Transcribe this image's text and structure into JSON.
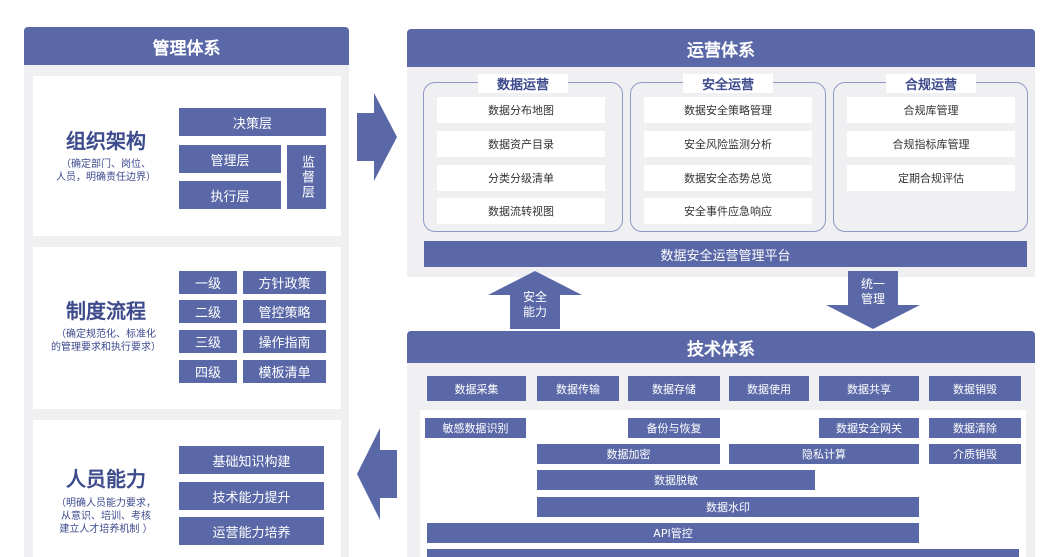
{
  "left": {
    "header": "管理体系",
    "org": {
      "title": "组织架构",
      "subtitle_lines": [
        "（确定部门、岗位、",
        "人员，明确责任边界）"
      ],
      "decision": "决策层",
      "management": "管理层",
      "execution": "执行层",
      "supervision": "监督层"
    },
    "process": {
      "title": "制度流程",
      "subtitle_lines": [
        "（确定规范化、标准化",
        "的管理要求和执行要求）"
      ],
      "levels": [
        "一级",
        "二级",
        "三级",
        "四级"
      ],
      "policies": [
        "方针政策",
        "管控策略",
        "操作指南",
        "模板清单"
      ]
    },
    "people": {
      "title": "人员能力",
      "subtitle_lines": [
        "（明确人员能力要求，",
        "从意识、培训、考核",
        "建立人才培养机制 ）"
      ],
      "items": [
        "基础知识构建",
        "技术能力提升",
        "运营能力培养"
      ]
    }
  },
  "ops": {
    "header": "运营体系",
    "groups": [
      {
        "title": "数据运营",
        "items": [
          "数据分布地图",
          "数据资产目录",
          "分类分级清单",
          "数据流转视图"
        ]
      },
      {
        "title": "安全运营",
        "items": [
          "数据安全策略管理",
          "安全风险监测分析",
          "数据安全态势总览",
          "安全事件应急响应"
        ]
      },
      {
        "title": "合规运营",
        "items": [
          "合规库管理",
          "合规指标库管理",
          "定期合规评估"
        ]
      }
    ],
    "platform": "数据安全运营管理平台"
  },
  "arrows": {
    "up_label_lines": [
      "安全",
      "能力"
    ],
    "down_label_lines": [
      "统一",
      "管理"
    ]
  },
  "tech": {
    "header": "技术体系",
    "lifecycle": [
      "数据采集",
      "数据传输",
      "数据存储",
      "数据使用",
      "数据共享",
      "数据销毁"
    ],
    "sensitive": "敏感数据识别",
    "backup": "备份与恢复",
    "gateway": "数据安全网关",
    "clear": "数据清除",
    "encrypt": "数据加密",
    "privacy": "隐私计算",
    "media": "介质销毁",
    "desens": "数据脱敏",
    "watermark": "数据水印",
    "api": "API管控"
  }
}
